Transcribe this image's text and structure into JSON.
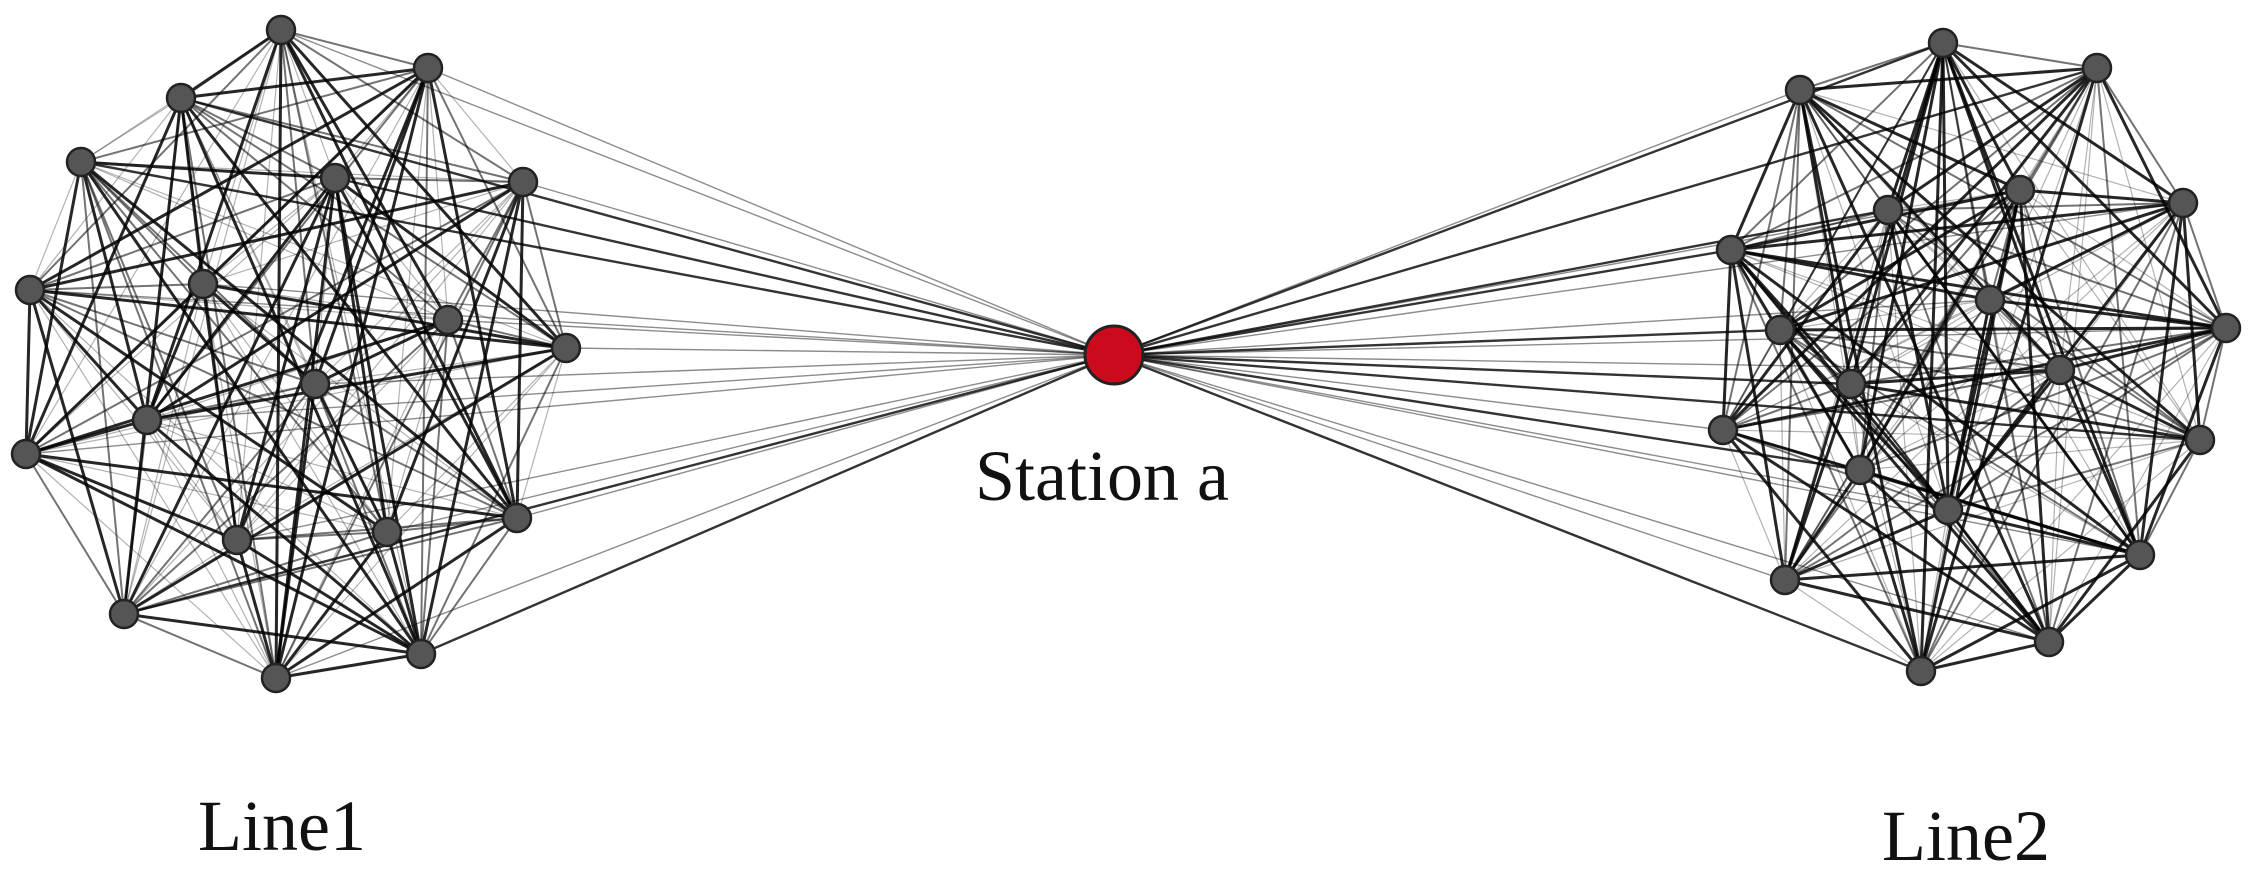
{
  "diagram": {
    "hub_label": "Station a",
    "groups": [
      {
        "id": "line1",
        "label": "Line1",
        "node_count": 19
      },
      {
        "id": "line2",
        "label": "Line2",
        "node_count": 20
      }
    ],
    "colors": {
      "background": "#ffffff",
      "hub_fill": "#cc0a1e",
      "node_fill": "#555555",
      "node_stroke": "#222222",
      "edge": "#000000"
    }
  }
}
